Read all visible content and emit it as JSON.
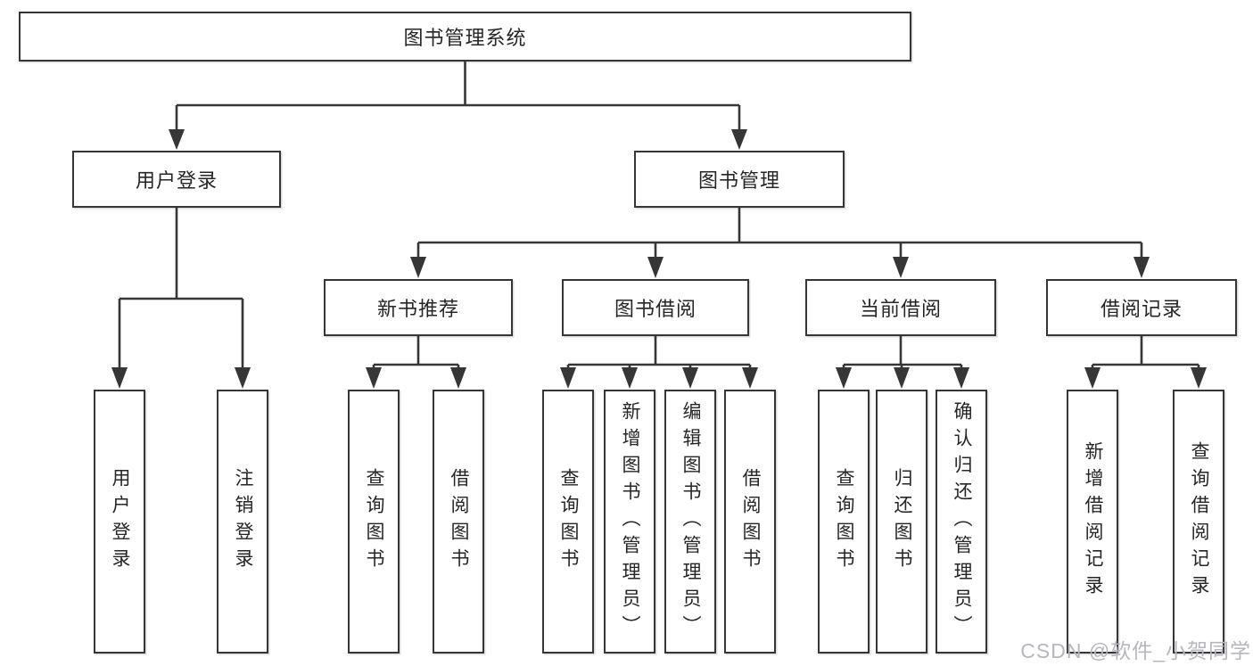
{
  "title": "图书管理系统",
  "watermark": "CSDN @软件_小贺同学",
  "colors": {
    "line": "#363636",
    "text": "#262626",
    "background": "#ffffff",
    "watermark": "#b6b6bf"
  },
  "tree": {
    "root": {
      "label": "图书管理系统"
    },
    "branches": [
      {
        "label": "用户登录",
        "children": [
          {
            "label": "用户登录"
          },
          {
            "label": "注销登录"
          }
        ]
      },
      {
        "label": "图书管理",
        "children": [
          {
            "label": "新书推荐",
            "children": [
              {
                "label": "查询图书"
              },
              {
                "label": "借阅图书"
              }
            ]
          },
          {
            "label": "图书借阅",
            "children": [
              {
                "label": "查询图书"
              },
              {
                "label": "新增图书（管理员）"
              },
              {
                "label": "编辑图书（管理员）"
              },
              {
                "label": "借阅图书"
              }
            ]
          },
          {
            "label": "当前借阅",
            "children": [
              {
                "label": "查询图书"
              },
              {
                "label": "归还图书"
              },
              {
                "label": "确认归还（管理员）"
              }
            ]
          },
          {
            "label": "借阅记录",
            "children": [
              {
                "label": "新增借阅记录"
              },
              {
                "label": "查询借阅记录"
              }
            ]
          }
        ]
      }
    ]
  }
}
